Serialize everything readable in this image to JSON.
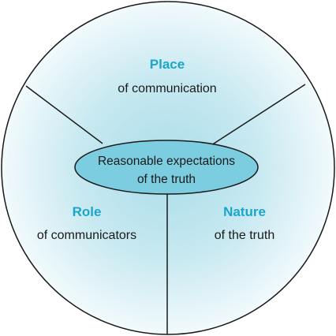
{
  "colors": {
    "outline": "#1a1a1a",
    "accent_text": "#1aa6c9",
    "fill_center": "#a9dde9",
    "fill_edge": "#eaf7fa",
    "ellipse_fill": "#7ccde0"
  },
  "center": {
    "line1": "Reasonable expectations",
    "line2": "of the truth"
  },
  "segments": {
    "top": {
      "title": "Place",
      "subtitle": "of communication"
    },
    "left": {
      "title": "Role",
      "subtitle": "of communicators"
    },
    "right": {
      "title": "Nature",
      "subtitle": "of the truth"
    }
  }
}
